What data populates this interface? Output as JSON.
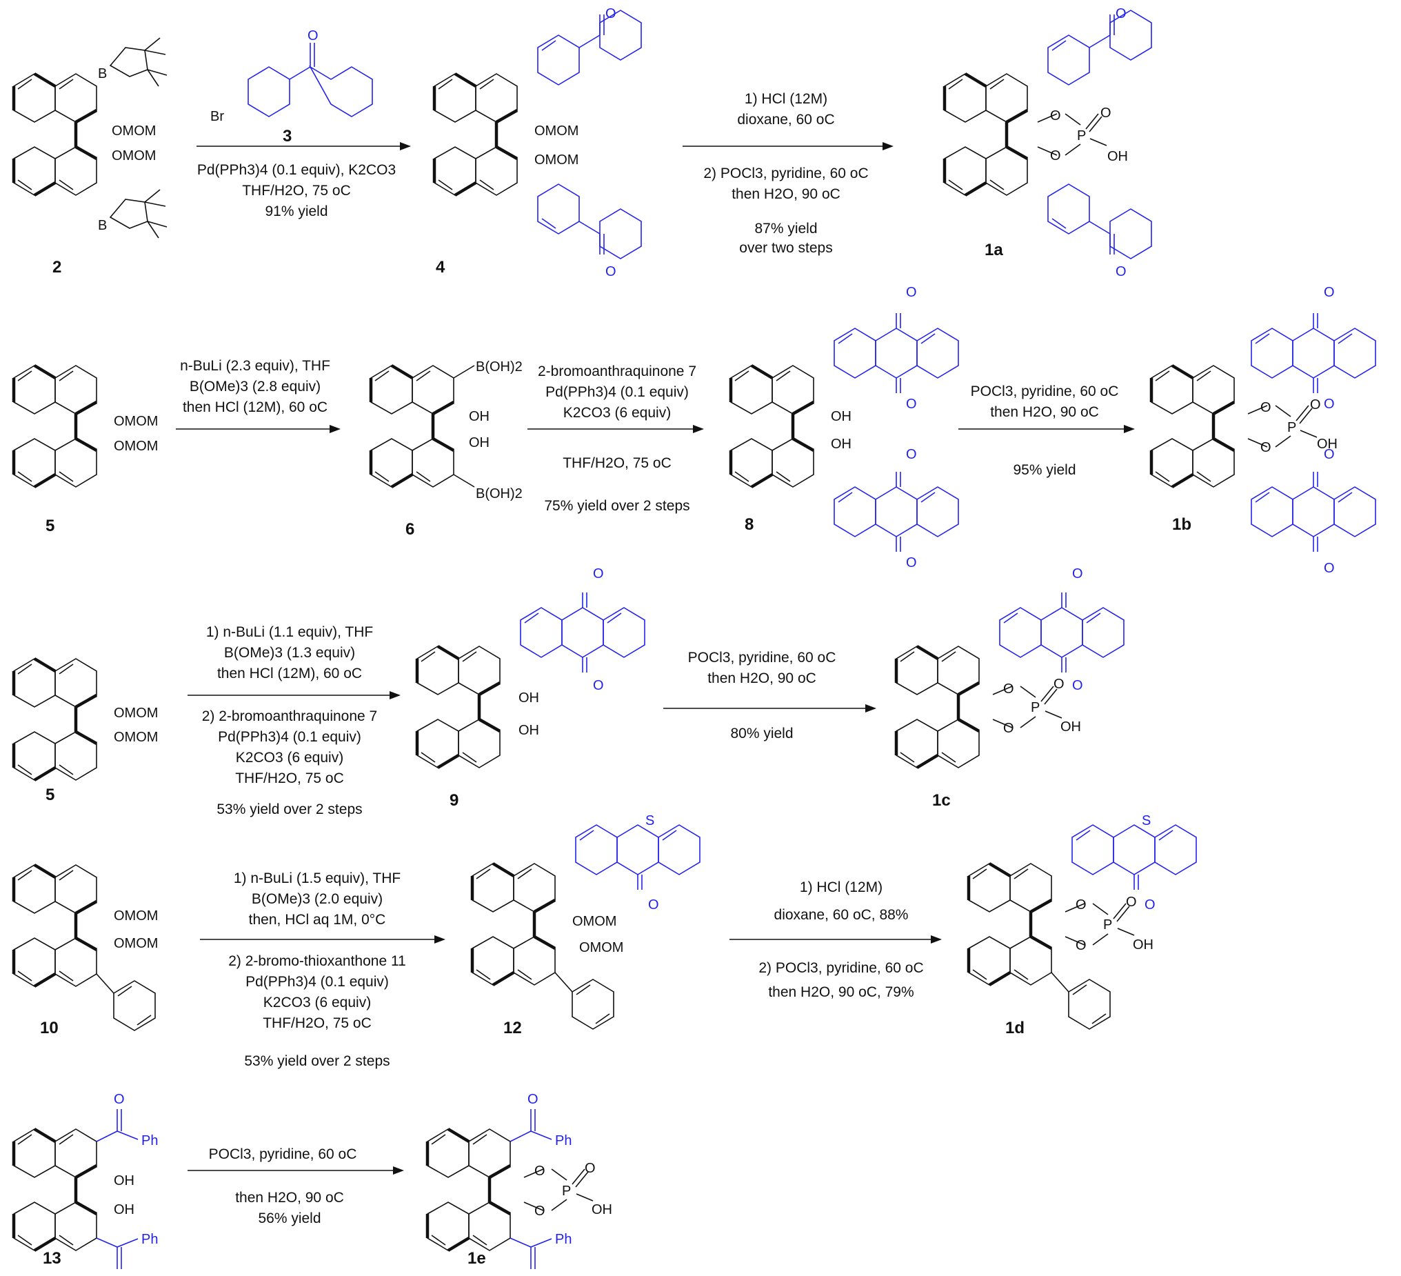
{
  "colors": {
    "text": "#111111",
    "substituent": "#2222ee"
  },
  "atoms": {
    "omom": "OMOM",
    "oh": "OH",
    "o": "O",
    "p": "P",
    "b": "B",
    "br": "Br",
    "s": "S",
    "ph": "Ph",
    "boh2": "B(OH)2"
  },
  "compounds": {
    "c2": "2",
    "c3": "3",
    "c4": "4",
    "c1a": "1a",
    "c5": "5",
    "c6": "6",
    "c8": "8",
    "c1b": "1b",
    "c5b": "5",
    "c9": "9",
    "c1c": "1c",
    "c10": "10",
    "c12": "12",
    "c1d": "1d",
    "c13": "13",
    "c1e": "1e"
  },
  "reactions": {
    "r1": [
      "Pd(PPh3)4 (0.1 equiv), K2CO3",
      "THF/H2O, 75 oC",
      "91% yield"
    ],
    "r2": [
      "1) HCl (12M)",
      "dioxane, 60 oC",
      "2) POCl3, pyridine, 60 oC",
      "then H2O, 90 oC",
      "87% yield",
      "over two steps"
    ],
    "r3": [
      "n-BuLi (2.3 equiv), THF",
      "B(OMe)3 (2.8 equiv)",
      "then HCl (12M), 60 oC"
    ],
    "r4": [
      "2-bromoanthraquinone 7",
      "Pd(PPh3)4 (0.1 equiv)",
      "K2CO3 (6 equiv)",
      "THF/H2O, 75 oC",
      "75% yield over 2 steps"
    ],
    "r5": [
      "POCl3, pyridine, 60 oC",
      "then H2O, 90 oC",
      "95% yield"
    ],
    "r6": [
      "1) n-BuLi (1.1 equiv), THF",
      "B(OMe)3 (1.3 equiv)",
      "then HCl (12M), 60 oC",
      "2) 2-bromoanthraquinone 7",
      "Pd(PPh3)4 (0.1 equiv)",
      "K2CO3 (6 equiv)",
      "THF/H2O, 75 oC",
      "53% yield over 2 steps"
    ],
    "r7": [
      "POCl3, pyridine, 60 oC",
      "then H2O, 90 oC",
      "80% yield"
    ],
    "r8": [
      "1) n-BuLi (1.5 equiv), THF",
      "B(OMe)3 (2.0 equiv)",
      "then, HCl aq 1M, 0°C",
      "2) 2-bromo-thioxanthone 11",
      "Pd(PPh3)4 (0.1 equiv)",
      "K2CO3 (6 equiv)",
      "THF/H2O, 75 oC",
      "53% yield over 2 steps"
    ],
    "r9": [
      "1) HCl (12M)",
      "dioxane, 60 oC, 88%",
      "2) POCl3, pyridine, 60 oC",
      "then H2O, 90 oC, 79%"
    ],
    "r10": [
      "POCl3, pyridine, 60 oC",
      "then H2O, 90 oC",
      "56% yield"
    ]
  }
}
